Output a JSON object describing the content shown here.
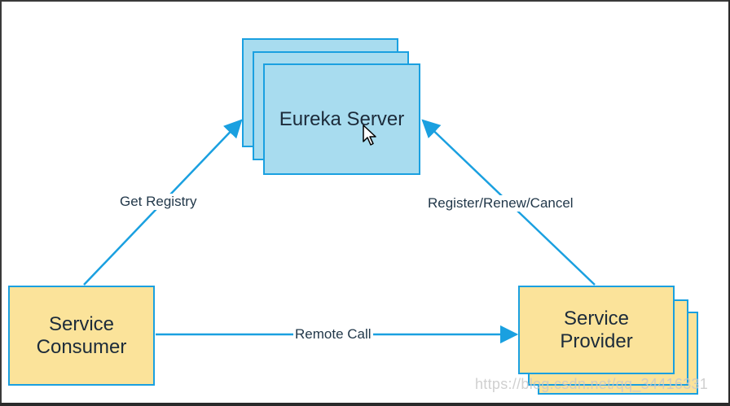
{
  "nodes": {
    "server": "Eureka Server",
    "consumer_line1": "Service",
    "consumer_line2": "Consumer",
    "provider_line1": "Service",
    "provider_line2": "Provider"
  },
  "edges": {
    "get_registry": "Get Registry",
    "register": "Register/Renew/Cancel",
    "remote_call": "Remote Call"
  },
  "watermark": "https://blog.csdn.net/qq_34416331",
  "colors": {
    "server_fill": "#a8dcef",
    "service_fill": "#fbe39a",
    "border": "#1aa0e0",
    "arrow": "#1aa0e0"
  },
  "icons": [
    "mouse-cursor-icon"
  ]
}
